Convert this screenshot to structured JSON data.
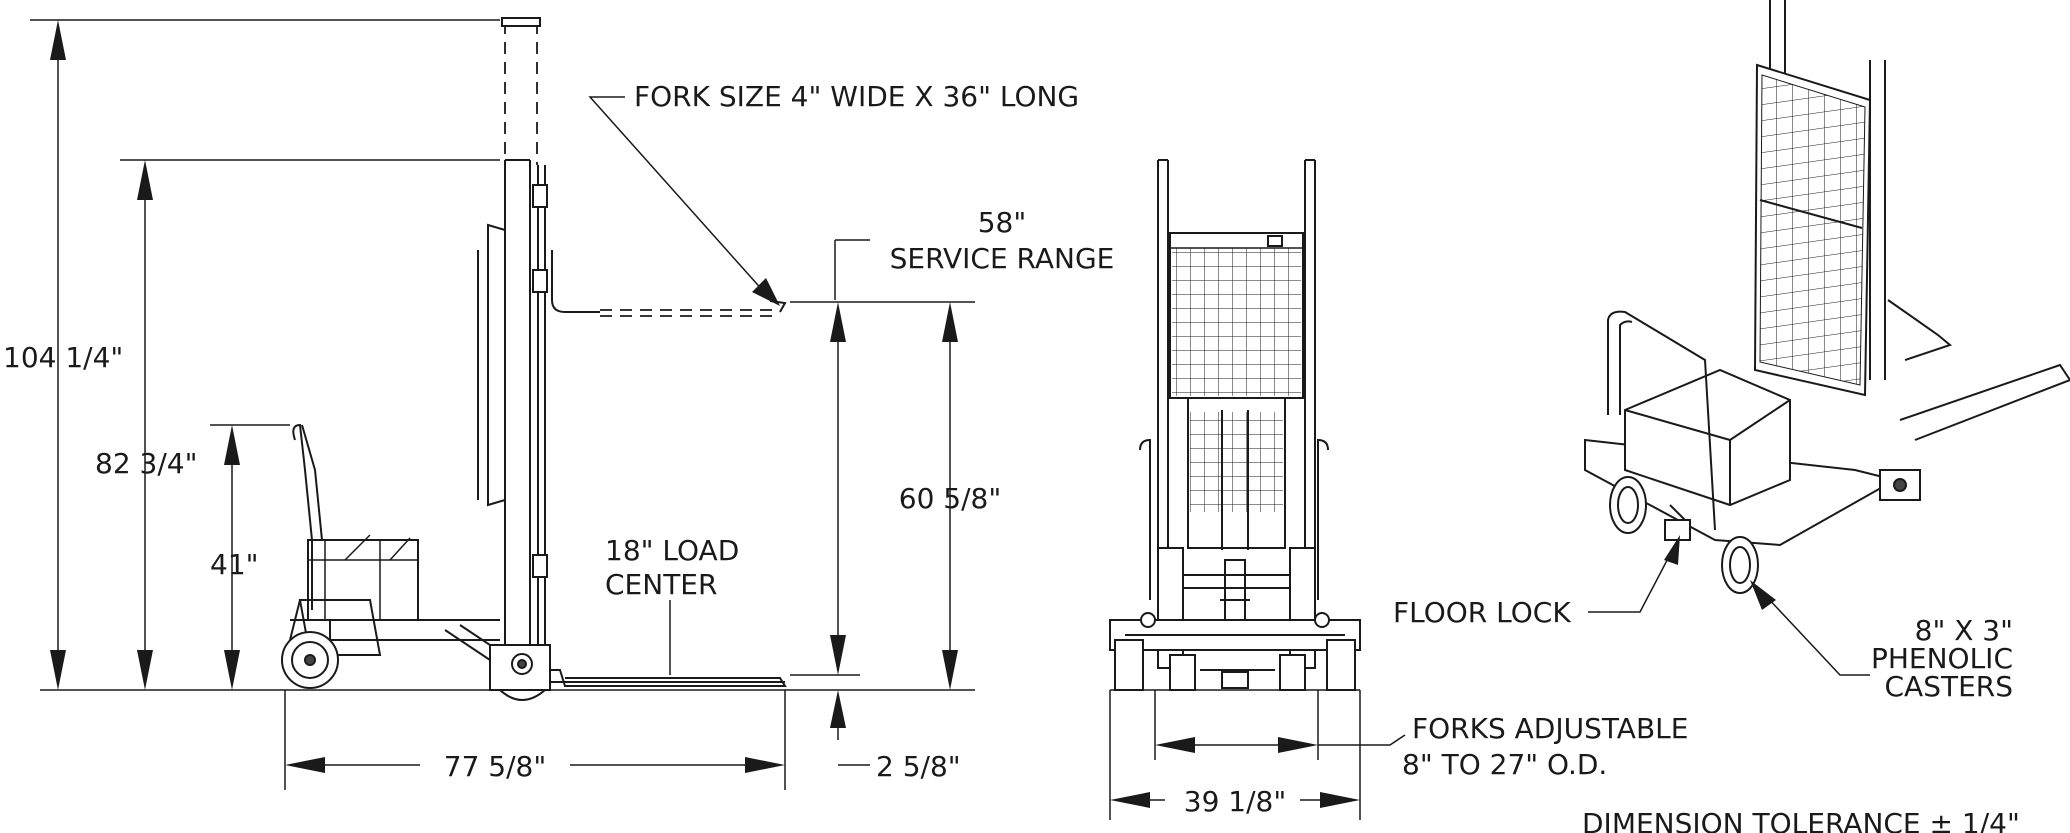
{
  "labels": {
    "fork_size": "FORK SIZE 4\" WIDE X 36\" LONG",
    "service_range_value": "58\"",
    "service_range_text": "SERVICE RANGE",
    "overall_height": "104 1/4\"",
    "mast_height": "82 3/4\"",
    "handle_height": "41\"",
    "lift_range": "60 5/8\"",
    "load_center_line1": "18\" LOAD",
    "load_center_line2": "CENTER",
    "overall_length": "77 5/8\"",
    "lowered_fork_height": "2 5/8\"",
    "overall_width": "39 1/8\"",
    "forks_adjustable_line1": "FORKS ADJUSTABLE",
    "forks_adjustable_line2": "8\" TO 27\" O.D.",
    "floor_lock": "FLOOR LOCK",
    "casters_line1": "8\" X 3\"",
    "casters_line2": "PHENOLIC",
    "casters_line3": "CASTERS",
    "tolerance": "DIMENSION TOLERANCE ± 1/4\""
  },
  "colors": {
    "line": "#1a1a1a",
    "background": "#ffffff"
  }
}
